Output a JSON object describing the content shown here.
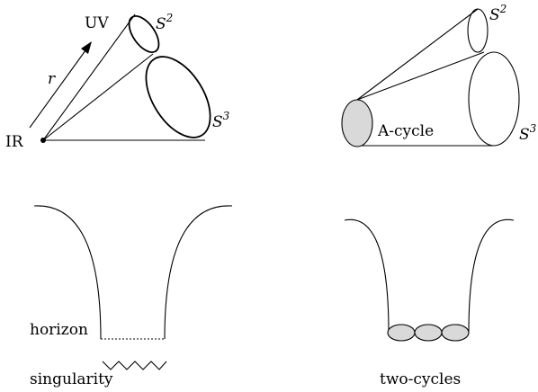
{
  "left_top": {
    "uv_label": "UV",
    "ir_label": "IR",
    "r_label": "r",
    "s2_base": "S",
    "s2_exp": "2",
    "s3_base": "S",
    "s3_exp": "3"
  },
  "right_top": {
    "s2_base": "S",
    "s2_exp": "2",
    "s3_base": "S",
    "s3_exp": "3",
    "acycle_label": "A-cycle"
  },
  "left_bottom": {
    "horizon_label": "horizon",
    "singularity_label": "singularity"
  },
  "right_bottom": {
    "twocycles_label": "two-cycles"
  },
  "colors": {
    "shade": "#d9d9d9",
    "stroke": "#000000"
  }
}
